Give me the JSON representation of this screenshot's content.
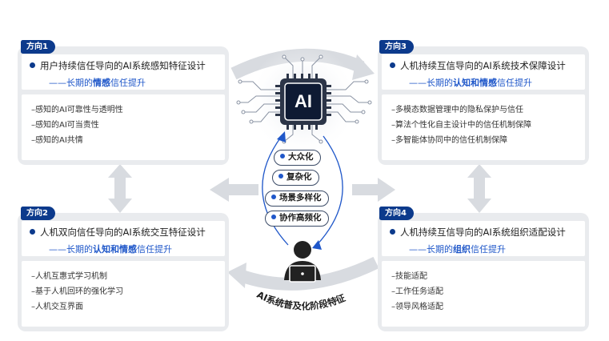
{
  "directions": [
    {
      "badge": "方向1",
      "title": "用户持续信任导向的AI系统感知特征设计",
      "subtitle_prefix": "——长期的",
      "subtitle_emph": "情感",
      "subtitle_suffix": "信任提升",
      "items": [
        "–感知的AI可靠性与透明性",
        "–感知的AI可当责性",
        "–感知的AI共情"
      ]
    },
    {
      "badge": "方向2",
      "title": "人机双向信任导向的AI系统交互特征设计",
      "subtitle_prefix": "——长期的",
      "subtitle_emph": "认知和情感",
      "subtitle_suffix": "信任提升",
      "items": [
        "–人机互惠式学习机制",
        "–基于人机回环的强化学习",
        "–人机交互界面"
      ]
    },
    {
      "badge": "方向3",
      "title": "人机持续互信导向的AI系统技术保障设计",
      "subtitle_prefix": "——长期的",
      "subtitle_emph": "认知和情感",
      "subtitle_suffix": "信任提升",
      "items": [
        "–多模态数据管理中的隐私保护与信任",
        "–算法个性化自主设计中的信任机制保障",
        "–多智能体协同中的信任机制保障"
      ]
    },
    {
      "badge": "方向4",
      "title": "人机持续互信导向的AI系统组织适配设计",
      "subtitle_prefix": "——长期的",
      "subtitle_emph": "组织",
      "subtitle_suffix": "信任提升",
      "items": [
        "–技能适配",
        "–工作任务适配",
        "–领导风格适配"
      ]
    }
  ],
  "center": {
    "chip_label": "AI",
    "pills": [
      "大众化",
      "复杂化",
      "场景多样化",
      "协作高频化"
    ],
    "arc_caption": "AI系统普及化阶段特征"
  },
  "colors": {
    "brand": "#0c3a8c",
    "accent": "#1f57c9",
    "panel": "#e9ebee"
  }
}
